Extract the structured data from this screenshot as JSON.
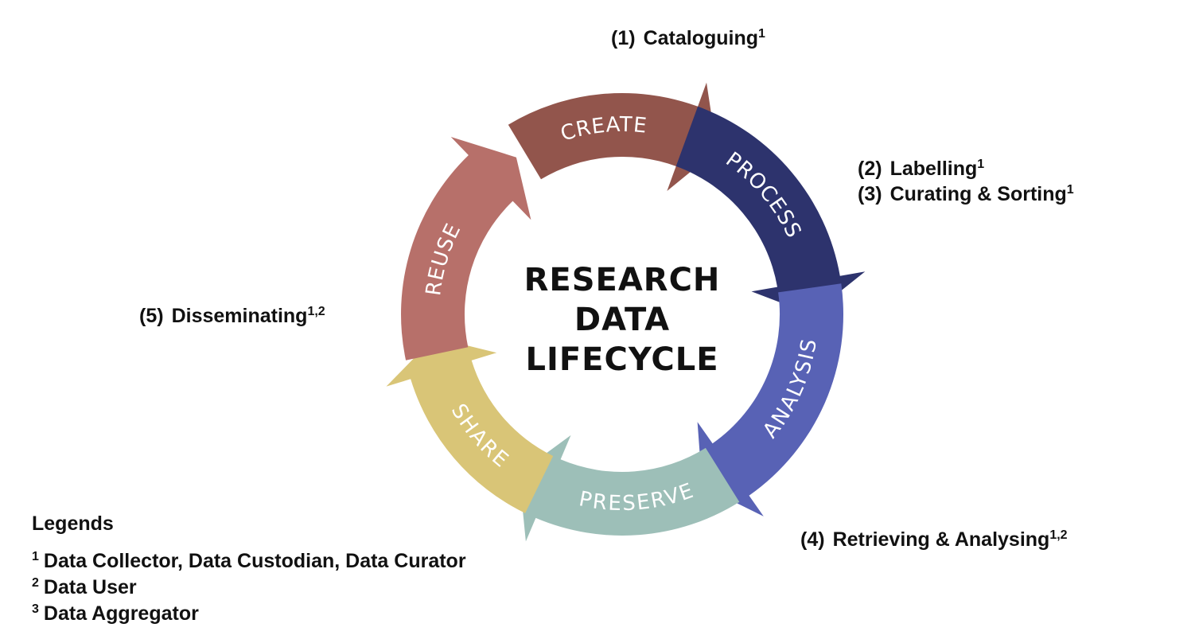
{
  "center": {
    "lines": [
      "RESEARCH",
      "DATA",
      "LIFECYCLE"
    ]
  },
  "stages": [
    {
      "label": "CREATE",
      "color": "#92554c"
    },
    {
      "label": "PROCESS",
      "color": "#2d336d"
    },
    {
      "label": "ANALYSIS",
      "color": "#5862b5"
    },
    {
      "label": "PRESERVE",
      "color": "#9dbfb8"
    },
    {
      "label": "SHARE",
      "color": "#d9c577"
    },
    {
      "label": "REUSE",
      "color": "#b7706a"
    }
  ],
  "steps": [
    {
      "num": "(1)",
      "text": "Cataloguing",
      "sup": "1"
    },
    {
      "num": "(2)",
      "text": "Labelling",
      "sup": "1"
    },
    {
      "num": "(3)",
      "text": "Curating & Sorting",
      "sup": "1"
    },
    {
      "num": "(4)",
      "text": "Retrieving & Analysing",
      "sup": "1,2"
    },
    {
      "num": "(5)",
      "text": "Disseminating",
      "sup": "1,2"
    }
  ],
  "legend": {
    "title": "Legends",
    "items": [
      {
        "sup": "1",
        "text": "Data Collector, Data Custodian, Data Curator"
      },
      {
        "sup": "2",
        "text": "Data User"
      },
      {
        "sup": "3",
        "text": "Data Aggregator"
      }
    ]
  }
}
